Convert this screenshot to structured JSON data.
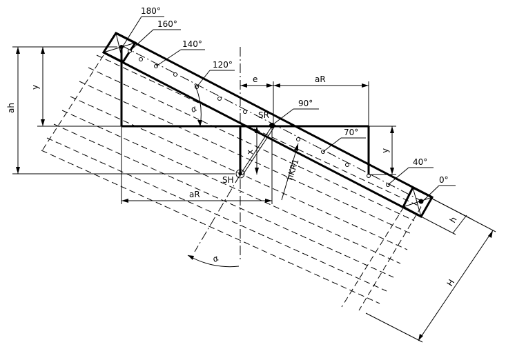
{
  "angles": [
    "180°",
    "160°",
    "140°",
    "120°",
    "90°",
    "70°",
    "40°",
    "0°"
  ],
  "dims": {
    "ah": "ah",
    "y": "y",
    "e": "e",
    "aR": "aR",
    "x": "x",
    "hKR1": "hKR1",
    "h": "h",
    "H": "H",
    "alpha": "α"
  },
  "points": {
    "SR": "SR",
    "SH": "SH"
  }
}
